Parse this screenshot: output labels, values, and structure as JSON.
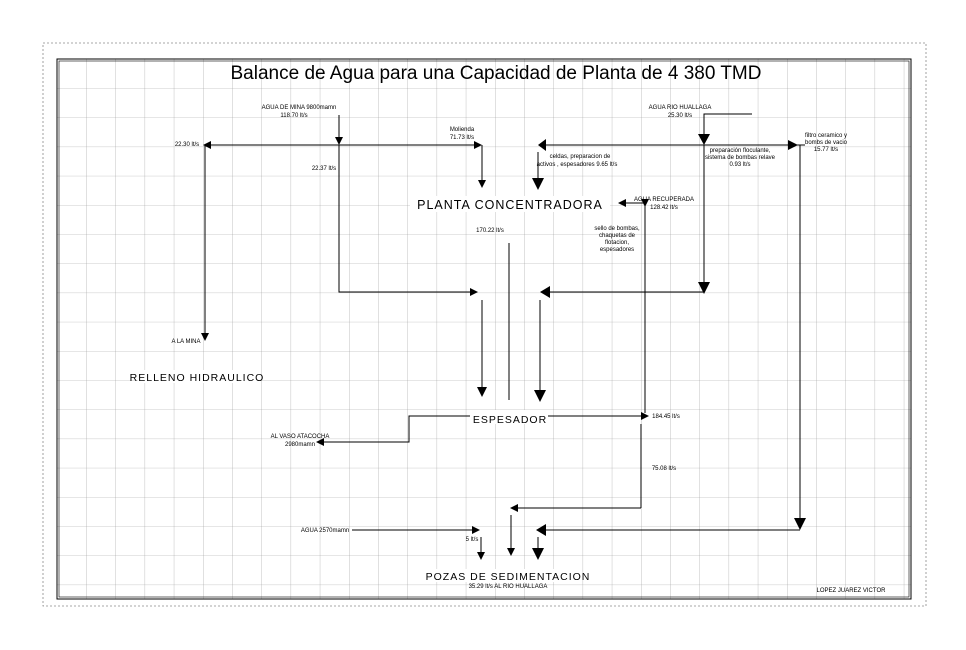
{
  "title": "Balance de Agua para una Capacidad de Planta de 4 380 TMD",
  "nodes": {
    "planta": "PLANTA CONCENTRADORA",
    "espesador": "ESPESADOR",
    "pozas": "POZAS DE SEDIMENTACION",
    "relleno": "RELLENO HIDRAULICO"
  },
  "labels": {
    "agua_mina_1": "AGUA DE MINA 9800mamn",
    "agua_mina_2": "118.70 lt/s",
    "agua_rio_1": "AGUA RIO HUALLAGA",
    "agua_rio_2": "25.30 lt/s",
    "l_2230": "22.30 lt/s",
    "molienda_1": "Molienda",
    "molienda_2": "71.73 lt/s",
    "l_2237": "22.37 lt/s",
    "celdas_1": "celdas, preparacion de",
    "celdas_2": "activos , espesadores 9.65 lt/s",
    "floc_1": "preparación floculante,",
    "floc_2": "sistema de bombas relave",
    "floc_3": "0.93 lt/s",
    "filtro_1": "filtro ceramico y",
    "filtro_2": "bombs de vacio",
    "filtro_3": "15.77 lt/s",
    "recup_1": "AGUA RECUPERADA",
    "recup_2": "128.42 lt/s",
    "sello_1": "sello de bombas,",
    "sello_2": "chaquetas de",
    "sello_3": "flotacion,",
    "sello_4": "espesadores",
    "l_17022": "170.22 lt/s",
    "a_la_mina": "A LA MINA",
    "vaso_1": "AL VASO ATACOCHA",
    "vaso_2": "2980mamn",
    "l_18445": "184.45 lt/s",
    "l_7508": "75.08 lt/s",
    "agua_2570_1": "AGUA 2570mamn",
    "agua_2570_2": "5 lt/s",
    "pozas_sub": "35.29 lt/s AL RIO HUALLAGA",
    "author": "LOPEZ JUAREZ VICTOR"
  }
}
